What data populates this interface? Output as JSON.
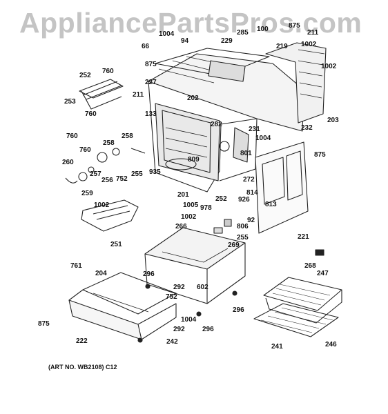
{
  "watermark": "AppliancePartsPros.com",
  "caption": "(ART NO. WB2108) C12",
  "part_labels": [
    "1004",
    "94",
    "229",
    "285",
    "100",
    "875",
    "211",
    "66",
    "1002",
    "219",
    "875",
    "227",
    "252",
    "760",
    "1002",
    "253",
    "760",
    "211",
    "202",
    "133",
    "760",
    "282",
    "231",
    "232",
    "203",
    "258",
    "1004",
    "760",
    "258",
    "809",
    "801",
    "875",
    "260",
    "257",
    "256",
    "752",
    "255",
    "935",
    "201",
    "272",
    "259",
    "814",
    "1002",
    "1005",
    "978",
    "252",
    "926",
    "813",
    "1002",
    "92",
    "806",
    "255",
    "251",
    "266",
    "221",
    "269",
    "268",
    "761",
    "204",
    "296",
    "292",
    "602",
    "752",
    "247",
    "1004",
    "296",
    "875",
    "292",
    "296",
    "222",
    "242",
    "241",
    "246"
  ]
}
